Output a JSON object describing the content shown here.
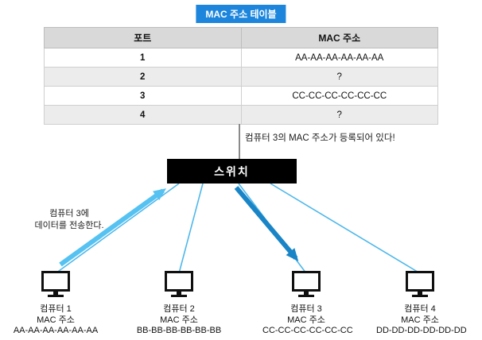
{
  "title": "MAC 주소 테이블",
  "table": {
    "headers": [
      "포트",
      "MAC 주소"
    ],
    "rows": [
      {
        "port": "1",
        "mac": "AA-AA-AA-AA-AA-AA"
      },
      {
        "port": "2",
        "mac": "?"
      },
      {
        "port": "3",
        "mac": "CC-CC-CC-CC-CC-CC"
      },
      {
        "port": "4",
        "mac": "?"
      }
    ]
  },
  "annotation": "컴퓨터 3의 MAC 주소가 등록되어 있다!",
  "switch_label": "스위치",
  "note": {
    "line1": "컴퓨터 3에",
    "line2": "데이터를 전송한다."
  },
  "computers": [
    {
      "name": "컴퓨터 1",
      "mac_label": "MAC 주소",
      "mac": "AA-AA-AA-AA-AA-AA"
    },
    {
      "name": "컴퓨터 2",
      "mac_label": "MAC 주소",
      "mac": "BB-BB-BB-BB-BB-BB"
    },
    {
      "name": "컴퓨터 3",
      "mac_label": "MAC 주소",
      "mac": "CC-CC-CC-CC-CC-CC"
    },
    {
      "name": "컴퓨터 4",
      "mac_label": "MAC 주소",
      "mac": "DD-DD-DD-DD-DD-DD"
    }
  ],
  "colors": {
    "title_badge": "#1d86dc",
    "switch_bg": "#000000",
    "link_light": "#4fb8ea",
    "arrow_upload": "#55c2f1",
    "arrow_download": "#1a85c6"
  }
}
